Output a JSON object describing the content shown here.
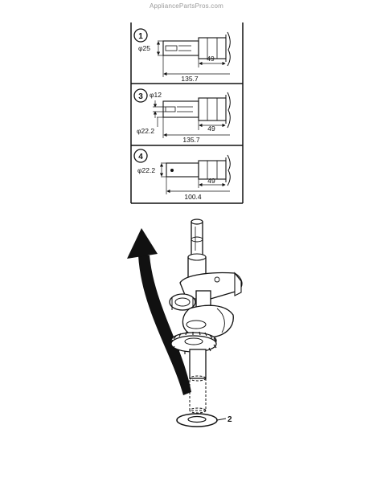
{
  "watermark": "AppliancePartsPros.com",
  "panels": [
    {
      "number": "1",
      "dimensions": {
        "diameter": "φ25",
        "length": "49",
        "overall": "135.7"
      }
    },
    {
      "number": "3",
      "dimensions": {
        "small_diameter": "φ12",
        "diameter": "φ22.2",
        "length": "49",
        "overall": "135.7"
      }
    },
    {
      "number": "4",
      "dimensions": {
        "diameter": "φ22.2",
        "length": "49",
        "overall": "100.4"
      }
    }
  ],
  "callouts": {
    "washer": "2"
  },
  "icons": {
    "arrow": "curved-up-arrow-icon"
  }
}
